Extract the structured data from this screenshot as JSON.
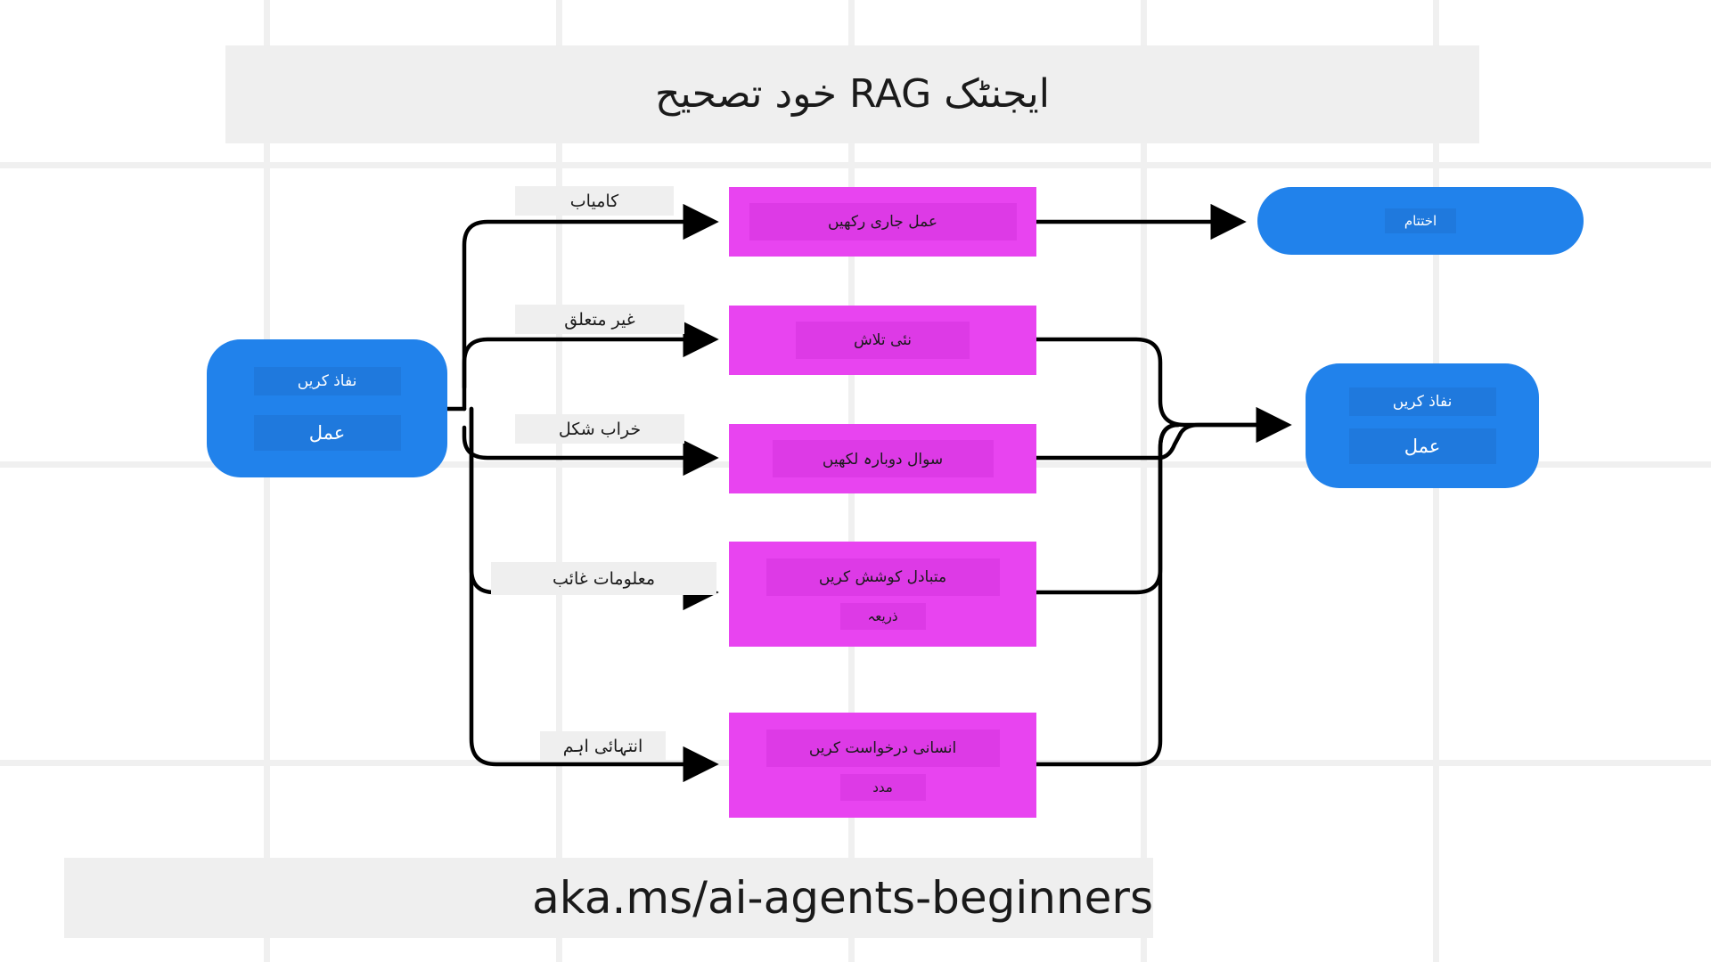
{
  "page": {
    "title": "ایجنٹک RAG خود تصحیح",
    "footer_url": "aka.ms/ai-agents-beginners",
    "background": "#ffffff",
    "banner_color": "#efefef"
  },
  "colors": {
    "blue_node": "#2182eb",
    "blue_chip": "#1f79dd",
    "magenta_node": "#e844f0",
    "magenta_chip": "#dd3ae6",
    "edge": "#000000",
    "grid": "#f0f0f0",
    "text_dark": "#1a1a1a",
    "text_light": "#ffffff"
  },
  "nodes": {
    "start": {
      "id": "start-node",
      "shape": "rounded-rectangle",
      "color": "#2182eb",
      "lines": [
        "نفاذ کریں",
        "عمل"
      ]
    },
    "process": [
      {
        "id": "continue-action",
        "color": "#e844f0",
        "lines": [
          "عمل جاری رکھیں"
        ]
      },
      {
        "id": "new-search",
        "color": "#e844f0",
        "lines": [
          "نئی تلاش"
        ]
      },
      {
        "id": "rewrite-question",
        "color": "#e844f0",
        "lines": [
          "سوال دوبارہ لکھیں"
        ]
      },
      {
        "id": "alternate-source",
        "color": "#e844f0",
        "lines": [
          "متبادل کوشش کریں",
          "ذریعہ"
        ]
      },
      {
        "id": "human-help",
        "color": "#e844f0",
        "lines": [
          "انسانی درخواست کریں",
          "مدد"
        ]
      }
    ],
    "end": {
      "id": "end-node",
      "shape": "rounded-rectangle",
      "color": "#2182eb",
      "lines": [
        "اختتام"
      ]
    },
    "loop_back": {
      "id": "loop-back-node",
      "shape": "rounded-rectangle",
      "color": "#2182eb",
      "lines": [
        "نفاذ کریں",
        "عمل"
      ]
    }
  },
  "edge_labels": [
    {
      "id": "label-success",
      "text": "کامیاب"
    },
    {
      "id": "label-irrelevant",
      "text": "غیر متعلق"
    },
    {
      "id": "label-malformed",
      "text": "خراب شکل"
    },
    {
      "id": "label-missing-info",
      "text": "معلومات غائب"
    },
    {
      "id": "label-critical",
      "text": "انتہائی اہم"
    }
  ]
}
